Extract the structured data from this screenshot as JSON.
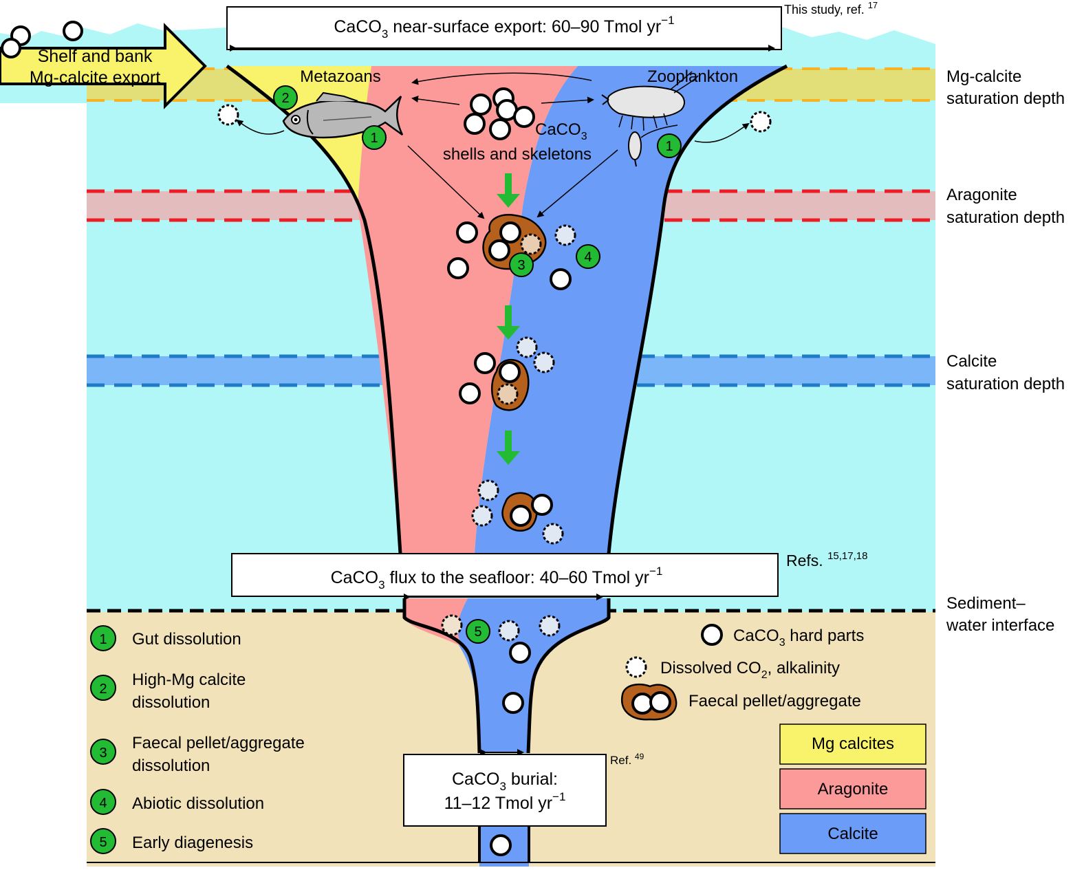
{
  "surface_box": {
    "main": "CaCO",
    "sub": "3",
    "rest": " near-surface export: 60–90 Tmol yr",
    "sup": "−1"
  },
  "surface_ref": {
    "text": "This study, ref. ",
    "sup": "17"
  },
  "shelf_arrow": {
    "line1": "Shelf and bank",
    "line2": "Mg-calcite export"
  },
  "organisms": {
    "left": "Metazoans",
    "right": "Zooplankton"
  },
  "shells_label": {
    "line1_main": "CaCO",
    "line1_sub": "3",
    "line2": "shells and skeletons"
  },
  "depth_labels": {
    "mg": [
      "Mg-calcite",
      "saturation depth"
    ],
    "aragonite": [
      "Aragonite",
      "saturation depth"
    ],
    "calcite": [
      "Calcite",
      "saturation depth"
    ],
    "sediment": [
      "Sediment–",
      "water interface"
    ]
  },
  "seafloor_box": {
    "main": "CaCO",
    "sub": "3",
    "rest": " flux to the seafloor: 40–60 Tmol yr",
    "sup": "−1"
  },
  "seafloor_ref": {
    "text": "Refs. ",
    "sup": "15,17,18"
  },
  "burial_box": {
    "main": "CaCO",
    "sub": "3",
    "rest": " burial:",
    "line2": "11–12 Tmol yr",
    "sup": "−1"
  },
  "burial_ref": {
    "text": "Ref. ",
    "sup": "49"
  },
  "process_legend": [
    {
      "num": "1",
      "lines": [
        "Gut dissolution"
      ]
    },
    {
      "num": "2",
      "lines": [
        "High-Mg calcite",
        "dissolution"
      ]
    },
    {
      "num": "3",
      "lines": [
        "Faecal pellet/aggregate",
        "dissolution"
      ]
    },
    {
      "num": "4",
      "lines": [
        "Abiotic dissolution"
      ]
    },
    {
      "num": "5",
      "lines": [
        "Early diagenesis"
      ]
    }
  ],
  "symbol_legend": {
    "hard_parts": {
      "main": "CaCO",
      "sub": "3",
      "rest": " hard parts"
    },
    "dissolved": {
      "main": "Dissolved CO",
      "sub": "2",
      "rest": ", alkalinity"
    },
    "pellet": "Faecal pellet/aggregate"
  },
  "mineral_legend": [
    {
      "label": "Mg calcites",
      "color": "#f8f36a"
    },
    {
      "label": "Aragonite",
      "color": "#fc9a9a"
    },
    {
      "label": "Calcite",
      "color": "#6a9cf8"
    }
  ],
  "colors": {
    "ocean": "#b2f7f7",
    "sediment": "#f1e2b9",
    "mg_band": "#e3df78",
    "aragonite_band": "#e3bdbe",
    "calcite_band": "#7ab6f8",
    "aragonite_line": "#ee1c25",
    "calcite_line": "#1f7ac8",
    "mg_line": "#f6b323",
    "green": "#22bb33",
    "pellet": "#b5611d"
  }
}
